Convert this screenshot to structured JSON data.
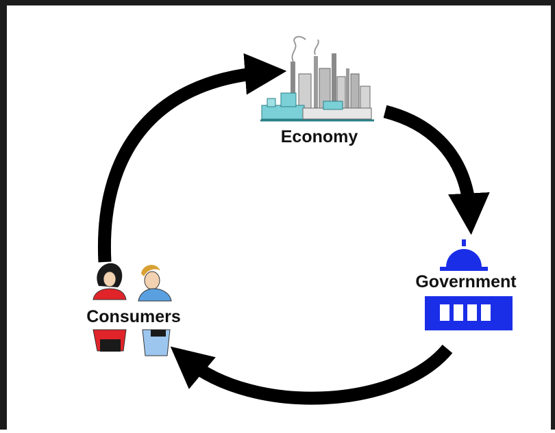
{
  "diagram": {
    "nodes": [
      {
        "id": "economy",
        "label": "Economy",
        "icon": "factory-icon"
      },
      {
        "id": "government",
        "label": "Government",
        "icon": "capitol-building-icon"
      },
      {
        "id": "consumers",
        "label": "Consumers",
        "icon": "people-icon"
      }
    ],
    "edges": [
      {
        "from": "economy",
        "to": "government"
      },
      {
        "from": "government",
        "to": "consumers"
      },
      {
        "from": "consumers",
        "to": "economy"
      }
    ],
    "colors": {
      "arrow": "#000000",
      "government_blue": "#1a2ee8",
      "factory_teal": "#7ad0d6",
      "factory_gray": "#9a9a9a",
      "consumer_red": "#e0242a",
      "consumer_blue": "#5aa0e0"
    }
  }
}
